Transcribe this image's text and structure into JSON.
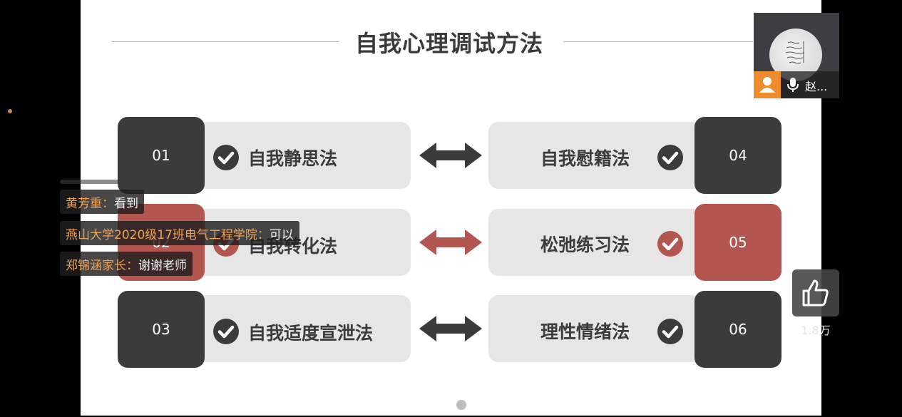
{
  "slide": {
    "title": "自我心理调试方法",
    "items": [
      {
        "num": "01",
        "label": "自我静思法"
      },
      {
        "num": "02",
        "label": "自我转化法"
      },
      {
        "num": "03",
        "label": "自我适度宣泄法"
      },
      {
        "num": "04",
        "label": "自我慰籍法"
      },
      {
        "num": "05",
        "label": "松弛练习法"
      },
      {
        "num": "06",
        "label": "理性情绪法"
      }
    ]
  },
  "chat": [
    {
      "name": "黄芳重：",
      "msg": "看到"
    },
    {
      "name": "燕山大学2020级17班电气工程学院：",
      "msg": "可以"
    },
    {
      "name": "郑锦涵家长：",
      "msg": "谢谢老师"
    }
  ],
  "video": {
    "participant_name": "赵..."
  },
  "likes": {
    "count": "1.8万"
  },
  "icons": {
    "check": "check-circle-icon",
    "arrow": "double-arrow-icon",
    "like": "thumbs-up-icon",
    "mic": "microphone-icon",
    "avatar": "user-icon"
  },
  "colors": {
    "dark": "#3b3b3b",
    "accent": "#b35650",
    "chat_name": "#f0a254",
    "avatar": "#f08c2c"
  }
}
